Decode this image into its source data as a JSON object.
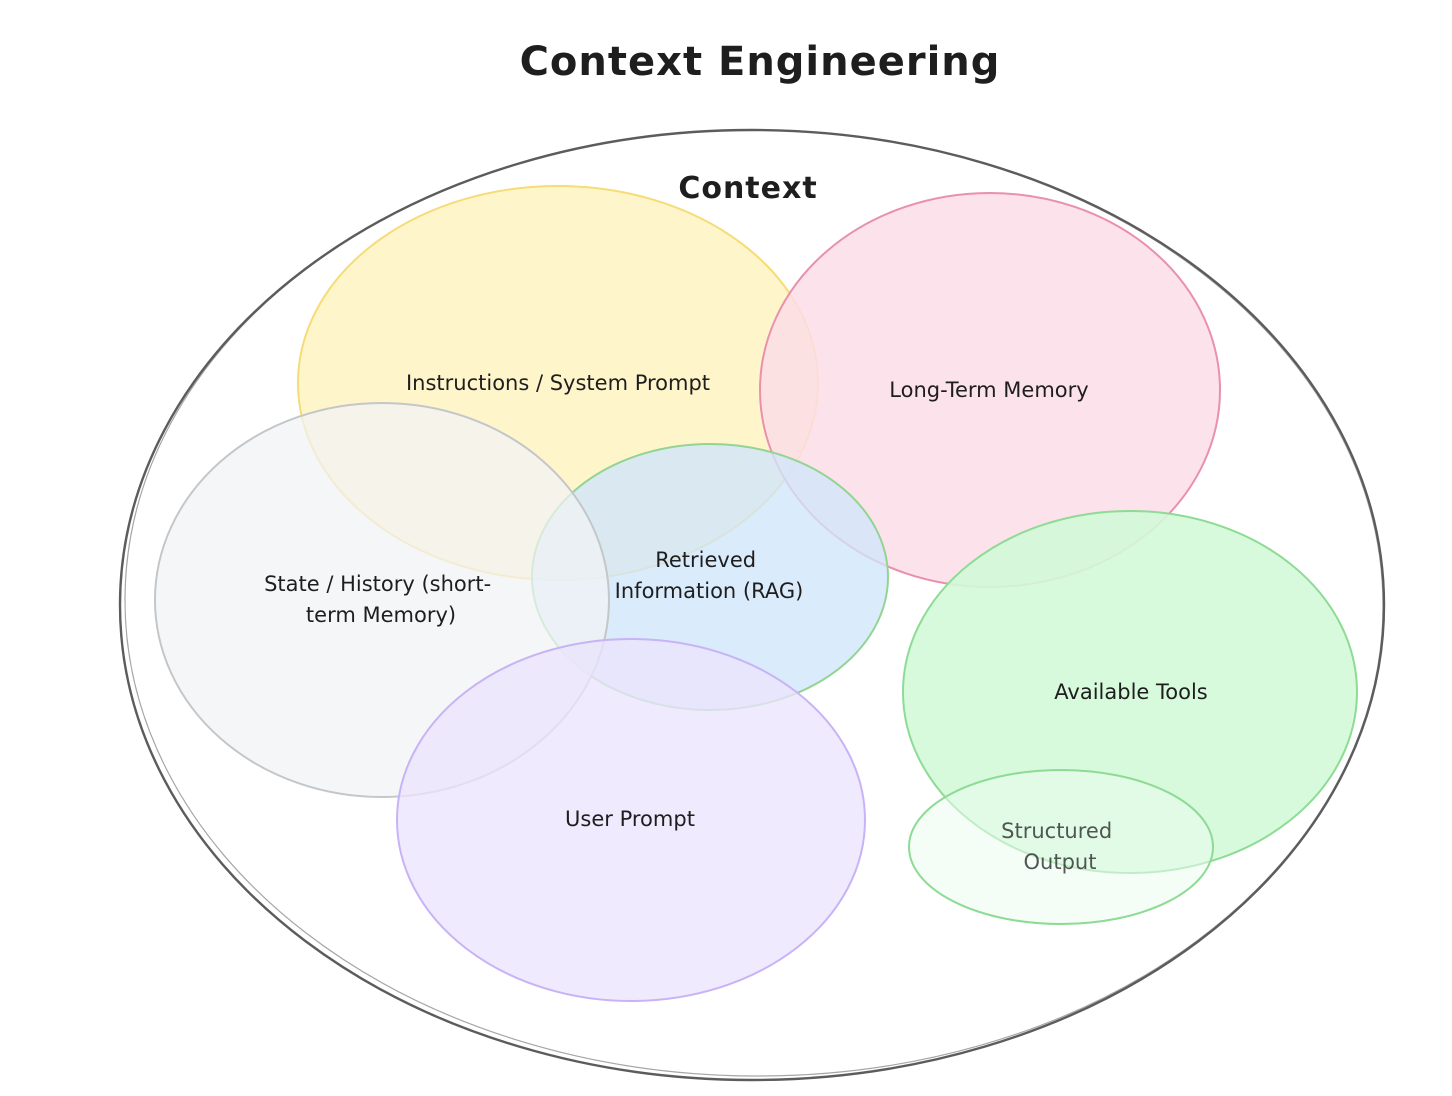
{
  "diagram": {
    "title": "Context Engineering",
    "container": {
      "label": "Context",
      "stroke": "#5c5c5c"
    },
    "sets": [
      {
        "id": "instructions",
        "lines": [
          "Instructions / System Prompt"
        ],
        "fill": "#fff3bf",
        "stroke": "#f6dc76"
      },
      {
        "id": "long-term-memory",
        "lines": [
          "Long-Term Memory"
        ],
        "fill": "#fcdde8",
        "stroke": "#e990ab"
      },
      {
        "id": "state-history",
        "lines": [
          "State / History (short-",
          "term Memory)"
        ],
        "fill": "#f1f3f5",
        "stroke": "#c4c7ca"
      },
      {
        "id": "retrieved-information",
        "lines": [
          "Retrieved",
          "Information (RAG)"
        ],
        "fill": "#cfe5fb",
        "stroke": "#93d493"
      },
      {
        "id": "available-tools",
        "lines": [
          "Available Tools"
        ],
        "fill": "#d3f9d8",
        "stroke": "#8ddb95"
      },
      {
        "id": "structured-output",
        "lines": [
          "Structured",
          "Output"
        ],
        "fill": "#ebfbee",
        "stroke": "#8ddb95"
      },
      {
        "id": "user-prompt",
        "lines": [
          "User Prompt"
        ],
        "fill": "#ebe4fc",
        "stroke": "#c7b3f5"
      }
    ]
  }
}
